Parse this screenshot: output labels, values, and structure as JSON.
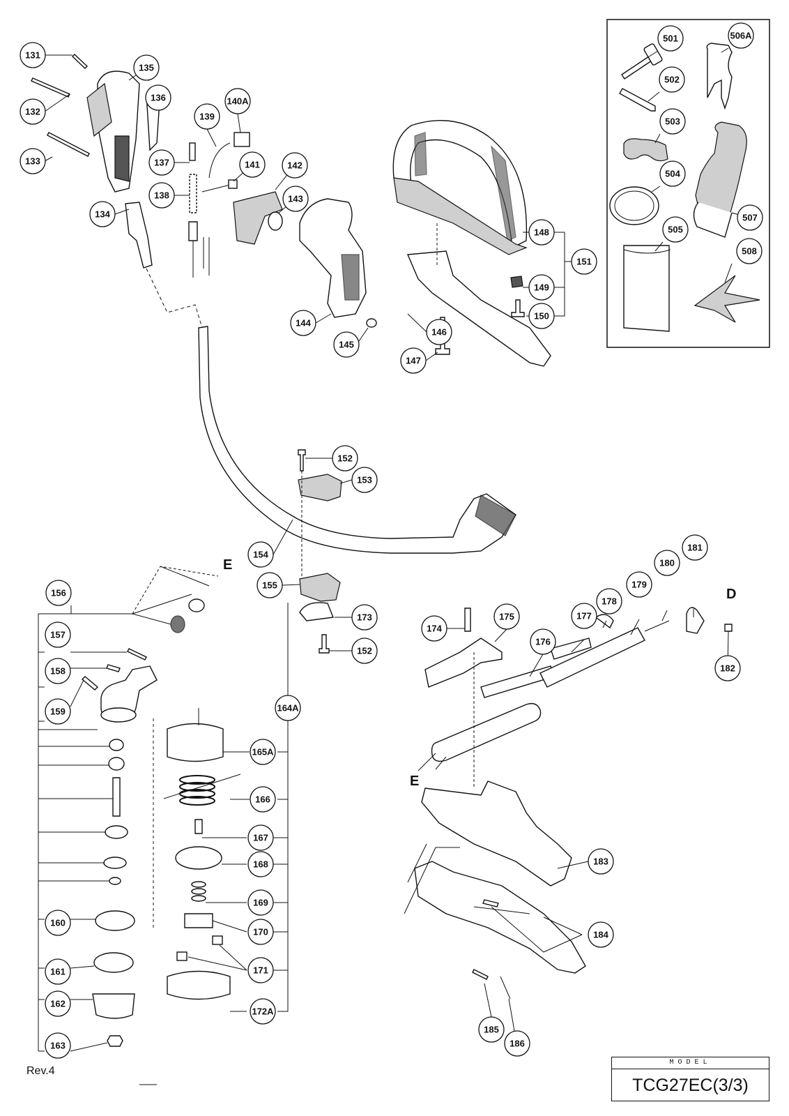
{
  "callouts": {
    "c131": "131",
    "c132": "132",
    "c133": "133",
    "c134": "134",
    "c135": "135",
    "c136": "136",
    "c137": "137",
    "c138": "138",
    "c139": "139",
    "c140A": "140A",
    "c141": "141",
    "c142": "142",
    "c143": "143",
    "c144": "144",
    "c145": "145",
    "c146": "146",
    "c147": "147",
    "c148": "148",
    "c149": "149",
    "c150": "150",
    "c151": "151",
    "c152a": "152",
    "c152b": "152",
    "c153": "153",
    "c154": "154",
    "c155": "155",
    "c156": "156",
    "c157": "157",
    "c158": "158",
    "c159": "159",
    "c160": "160",
    "c161": "161",
    "c162": "162",
    "c163": "163",
    "c164A": "164A",
    "c165A": "165A",
    "c166": "166",
    "c167": "167",
    "c168": "168",
    "c169": "169",
    "c170": "170",
    "c171": "171",
    "c172A": "172A",
    "c173": "173",
    "c174": "174",
    "c175": "175",
    "c176": "176",
    "c177": "177",
    "c178": "178",
    "c179": "179",
    "c180": "180",
    "c181": "181",
    "c182": "182",
    "c183": "183",
    "c184": "184",
    "c185": "185",
    "c186": "186",
    "c501": "501",
    "c502": "502",
    "c503": "503",
    "c504": "504",
    "c505": "505",
    "c506A": "506A",
    "c507": "507",
    "c508": "508"
  },
  "reference_letters": {
    "e_top": "E",
    "d_right": "D",
    "e_bottom": "E"
  },
  "footer": {
    "revision": "Rev.4",
    "model_label": "MODEL",
    "model_value": "TCG27EC(3/3)"
  }
}
